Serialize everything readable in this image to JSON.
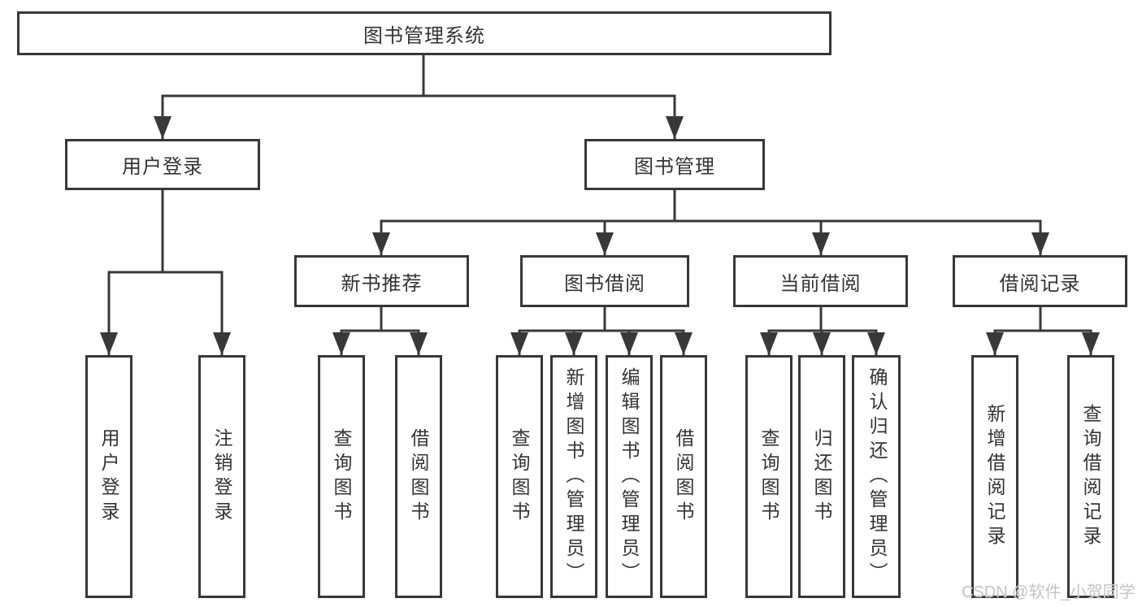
{
  "diagram": {
    "type": "hierarchy-tree",
    "root": {
      "label": "图书管理系统",
      "children": [
        {
          "label": "用户登录",
          "children": [
            {
              "label": "用户登录"
            },
            {
              "label": "注销登录"
            }
          ]
        },
        {
          "label": "图书管理",
          "children": [
            {
              "label": "新书推荐",
              "children": [
                {
                  "label": "查询图书"
                },
                {
                  "label": "借阅图书"
                }
              ]
            },
            {
              "label": "图书借阅",
              "children": [
                {
                  "label": "查询图书"
                },
                {
                  "label": "新增图书（管理员）"
                },
                {
                  "label": "编辑图书（管理员）"
                },
                {
                  "label": "借阅图书"
                }
              ]
            },
            {
              "label": "当前借阅",
              "children": [
                {
                  "label": "查询图书"
                },
                {
                  "label": "归还图书"
                },
                {
                  "label": "确认归还（管理员）"
                }
              ]
            },
            {
              "label": "借阅记录",
              "children": [
                {
                  "label": "新增借阅记录"
                },
                {
                  "label": "查询借阅记录"
                }
              ]
            }
          ]
        }
      ]
    }
  },
  "watermark": {
    "text": "CSDN @软件_小贺同学",
    "color": "#c4c4c4"
  },
  "colors": {
    "line": "#383838",
    "box_border": "#383838",
    "box_fill": "#ffffff",
    "text": "#333333",
    "background": "#ffffff"
  }
}
